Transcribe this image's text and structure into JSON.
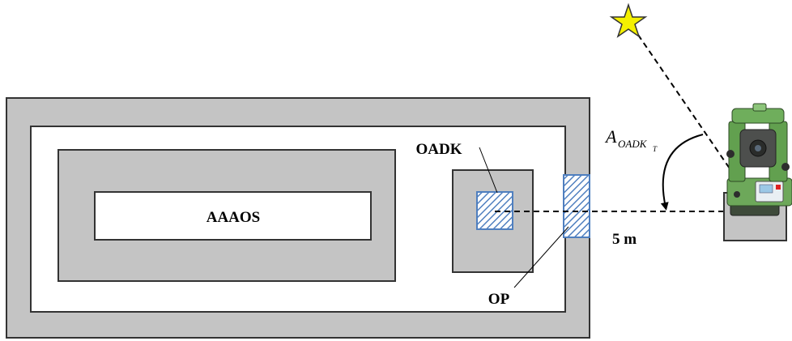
{
  "labels": {
    "building": "AAAOS",
    "target": "OADK",
    "observation_point": "OP",
    "distance": "5 m",
    "azimuth_symbol": "A",
    "azimuth_subscript": "OADK",
    "azimuth_sub_subscript": "T"
  },
  "colors": {
    "wall_fill": "#c4c4c4",
    "outline": "#333333",
    "hatch": "#4f7fbf",
    "star": "#f4f000"
  },
  "icons": {
    "star": "star-icon",
    "instrument": "total-station-icon"
  }
}
